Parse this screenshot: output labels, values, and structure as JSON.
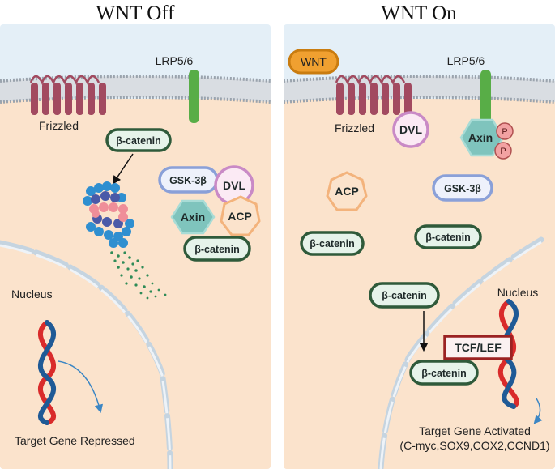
{
  "panels": {
    "left": {
      "title": "WNT Off",
      "receptor_label": "Frizzled",
      "coreceptor_label": "LRP5/6",
      "free_beta_catenin": "β-catenin",
      "complex": {
        "gsk": "GSK-3β",
        "dvl": "DVL",
        "axin": "Axin",
        "acp": "ACP",
        "beta_catenin": "β-catenin"
      },
      "nucleus_label": "Nucleus",
      "gene_label": "Target Gene Repressed"
    },
    "right": {
      "title": "WNT On",
      "ligand_label": "WNT",
      "receptor_label": "Frizzled",
      "coreceptor_label": "LRP5/6",
      "dvl": "DVL",
      "axin": "Axin",
      "phospho": "P",
      "acp": "ACP",
      "gsk": "GSK-3β",
      "beta_catenin_a": "β-catenin",
      "beta_catenin_b": "β-catenin",
      "beta_catenin_c": "β-catenin",
      "beta_catenin_d": "β-catenin",
      "tcf_lef": "TCF/LEF",
      "nucleus_label": "Nucleus",
      "gene_label_line1": "Target Gene Activated",
      "gene_label_line2": "(C-myc,SOX9,COX2,CCND1)"
    }
  },
  "colors": {
    "cytoplasm": "#fbe3cc",
    "extracellular": "#e4eff7",
    "frizzled": "#a24a60",
    "lrp": "#58ad47",
    "beta_catenin_border": "#2f5a3a",
    "beta_catenin_fill": "#e6f3ea",
    "gsk_border": "#8aa0d8",
    "dvl_border": "#c98ac6",
    "axin": "#7fc4bd",
    "acp_border": "#f3b37c",
    "wnt_fill": "#f0a030",
    "phospho_fill": "#f2a2a2",
    "tcf_border": "#9b2222",
    "dna_red": "#d92b2b",
    "dna_blue": "#1f5a96",
    "arrow_blue": "#3b86c4",
    "nucleus_membrane": "#c5d4e0"
  }
}
